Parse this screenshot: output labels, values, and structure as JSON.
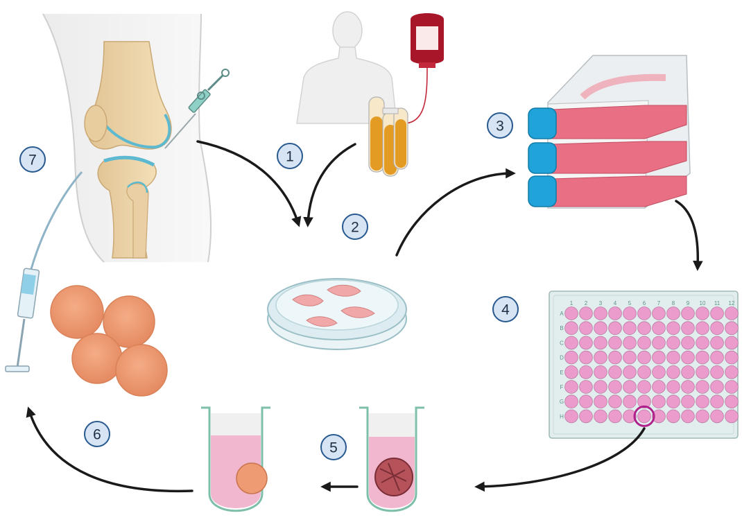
{
  "steps": [
    {
      "number": "1"
    },
    {
      "number": "2"
    },
    {
      "number": "3"
    },
    {
      "number": "4"
    },
    {
      "number": "5"
    },
    {
      "number": "6"
    },
    {
      "number": "7"
    }
  ],
  "well_plate": {
    "columns": [
      "1",
      "2",
      "3",
      "4",
      "5",
      "6",
      "7",
      "8",
      "9",
      "10",
      "11",
      "12"
    ],
    "rows": [
      "A",
      "B",
      "C",
      "D",
      "E",
      "F",
      "G",
      "H"
    ],
    "highlighted_well": "H6"
  },
  "colors": {
    "step_fill": "#d6e4f4",
    "step_stroke": "#27598f",
    "medium_pink": "#e9798c",
    "well_pink": "#ec9ccc",
    "cap_blue": "#1fa3d8",
    "cartilage_orange": "#ee9a72",
    "highlight_ring": "#b0208a"
  },
  "icons": [
    "knee-joint-icon",
    "syringe-icon",
    "human-silhouette-icon",
    "blood-bag-icon",
    "blood-tube-icon",
    "petri-dish-icon",
    "cell-culture-flask-icon",
    "well-plate-icon",
    "culture-tube-icon",
    "cartilage-pellet-icon",
    "injection-syringe-icon"
  ]
}
